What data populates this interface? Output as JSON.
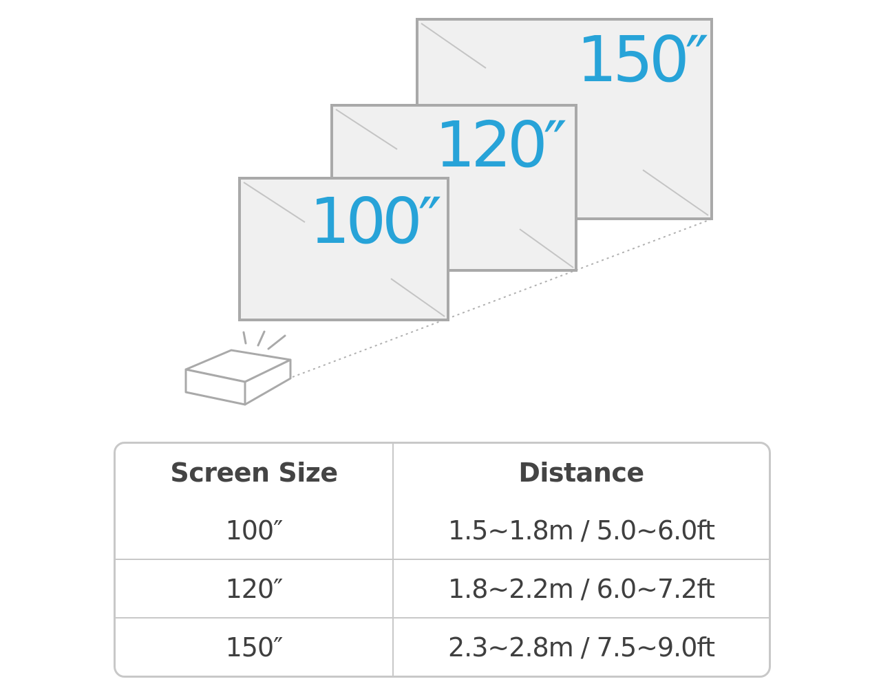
{
  "accent_color": "#27a3d8",
  "frame_color": "#a9a9a9",
  "screen_fill": "#f0f0f0",
  "screens": [
    {
      "label": "150″"
    },
    {
      "label": "120″"
    },
    {
      "label": "100″"
    }
  ],
  "icons": [
    "projector-icon"
  ],
  "table": {
    "headers": [
      "Screen Size",
      "Distance"
    ],
    "rows": [
      [
        "100″",
        "1.5~1.8m / 5.0~6.0ft"
      ],
      [
        "120″",
        "1.8~2.2m / 6.0~7.2ft"
      ],
      [
        "150″",
        "2.3~2.8m / 7.5~9.0ft"
      ]
    ]
  }
}
